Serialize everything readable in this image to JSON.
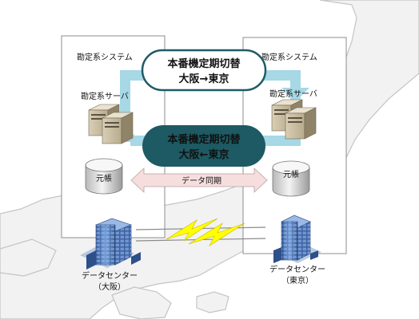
{
  "left_system": {
    "title": "勘定系システム",
    "server_label": "勘定系サーバ",
    "ledger_label": "元帳"
  },
  "right_system": {
    "title": "勘定系システム",
    "server_label": "勘定系サーバ",
    "ledger_label": "元帳"
  },
  "switch_top": {
    "line1": "本番機定期切替",
    "line2": "大阪→東京"
  },
  "switch_bottom": {
    "line1": "本番機定期切替",
    "line2": "大阪←東京"
  },
  "sync_label": "データ同期",
  "dc_left": {
    "line1": "データセンター",
    "line2": "（大阪）"
  },
  "dc_right": {
    "line1": "データセンター",
    "line2": "（東京）"
  },
  "colors": {
    "loop_arrow": "#a6d8e6",
    "top_pill_border": "#1e5b66",
    "bottom_pill_fill": "#1d5a63",
    "sync_arrow": "#f6dede",
    "lightning": "#ffff00",
    "map": "#f2f2f2"
  }
}
